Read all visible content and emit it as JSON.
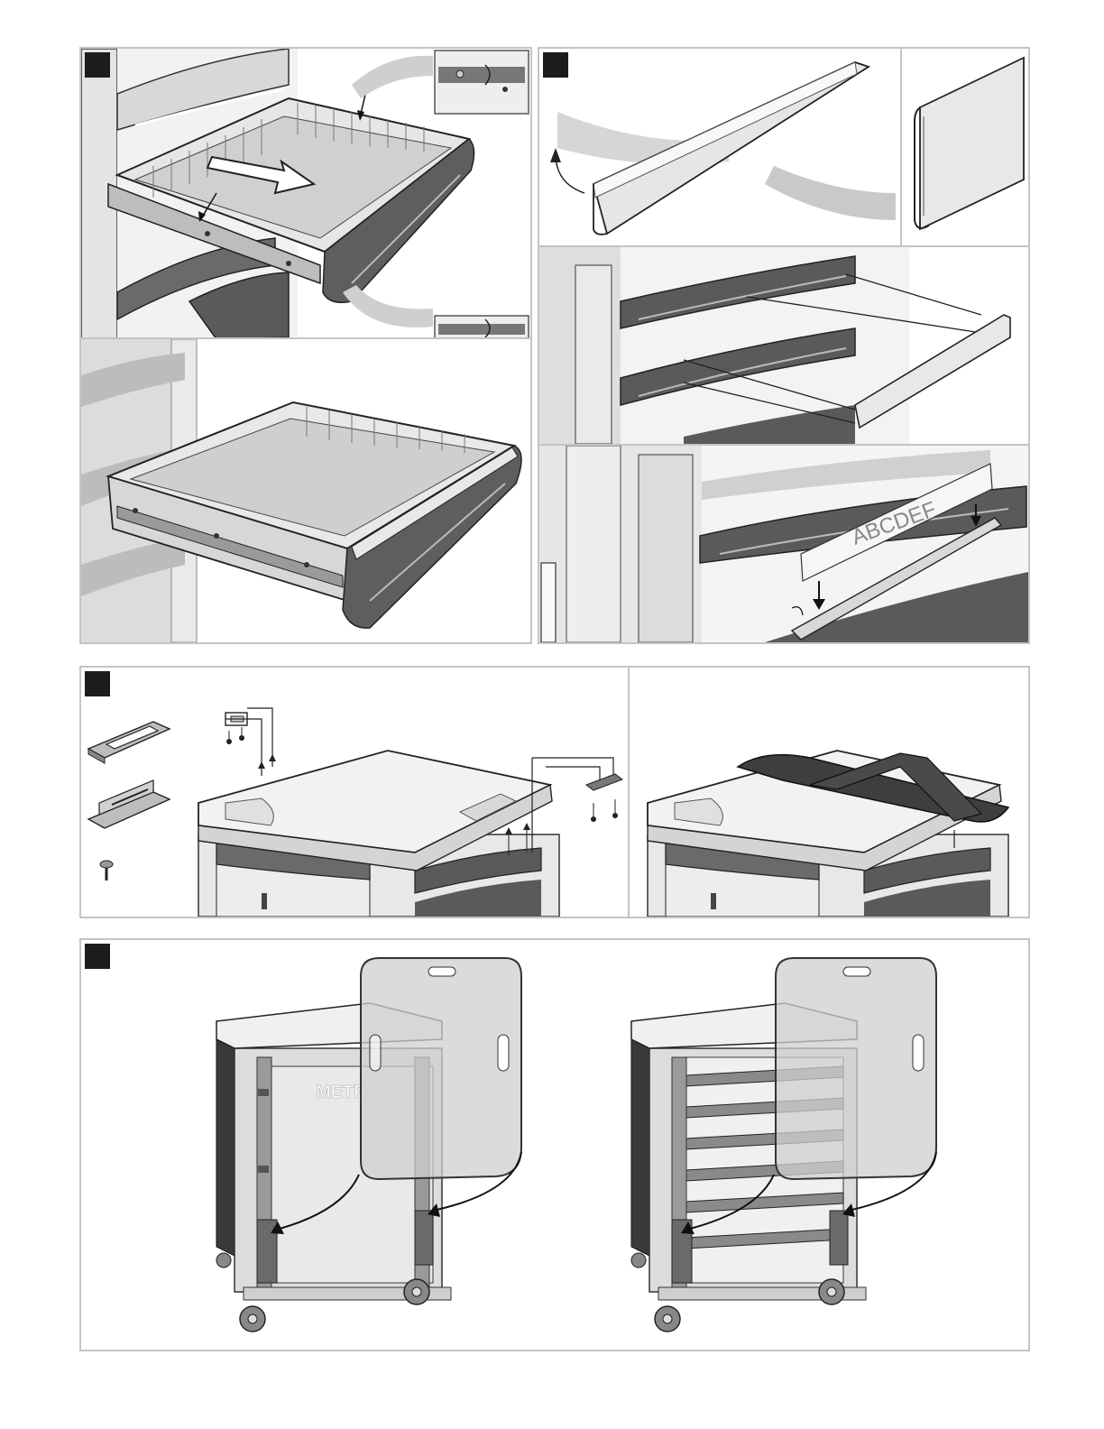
{
  "illustrations": {
    "label_strip": {
      "text": "ABCDEF"
    },
    "logo": {
      "text": "METRO"
    }
  },
  "colors": {
    "panel_border": "#c4c4c4",
    "badge": "#1c1c1c",
    "light_gray": "#e2e2e2",
    "mid_gray": "#b8b8b8",
    "dark_gray": "#555555",
    "line": "#222222"
  },
  "icons": [
    "step-badge",
    "arrow-icon",
    "screw-icon",
    "bracket-icon",
    "handle-icon",
    "caster-wheel-icon"
  ]
}
